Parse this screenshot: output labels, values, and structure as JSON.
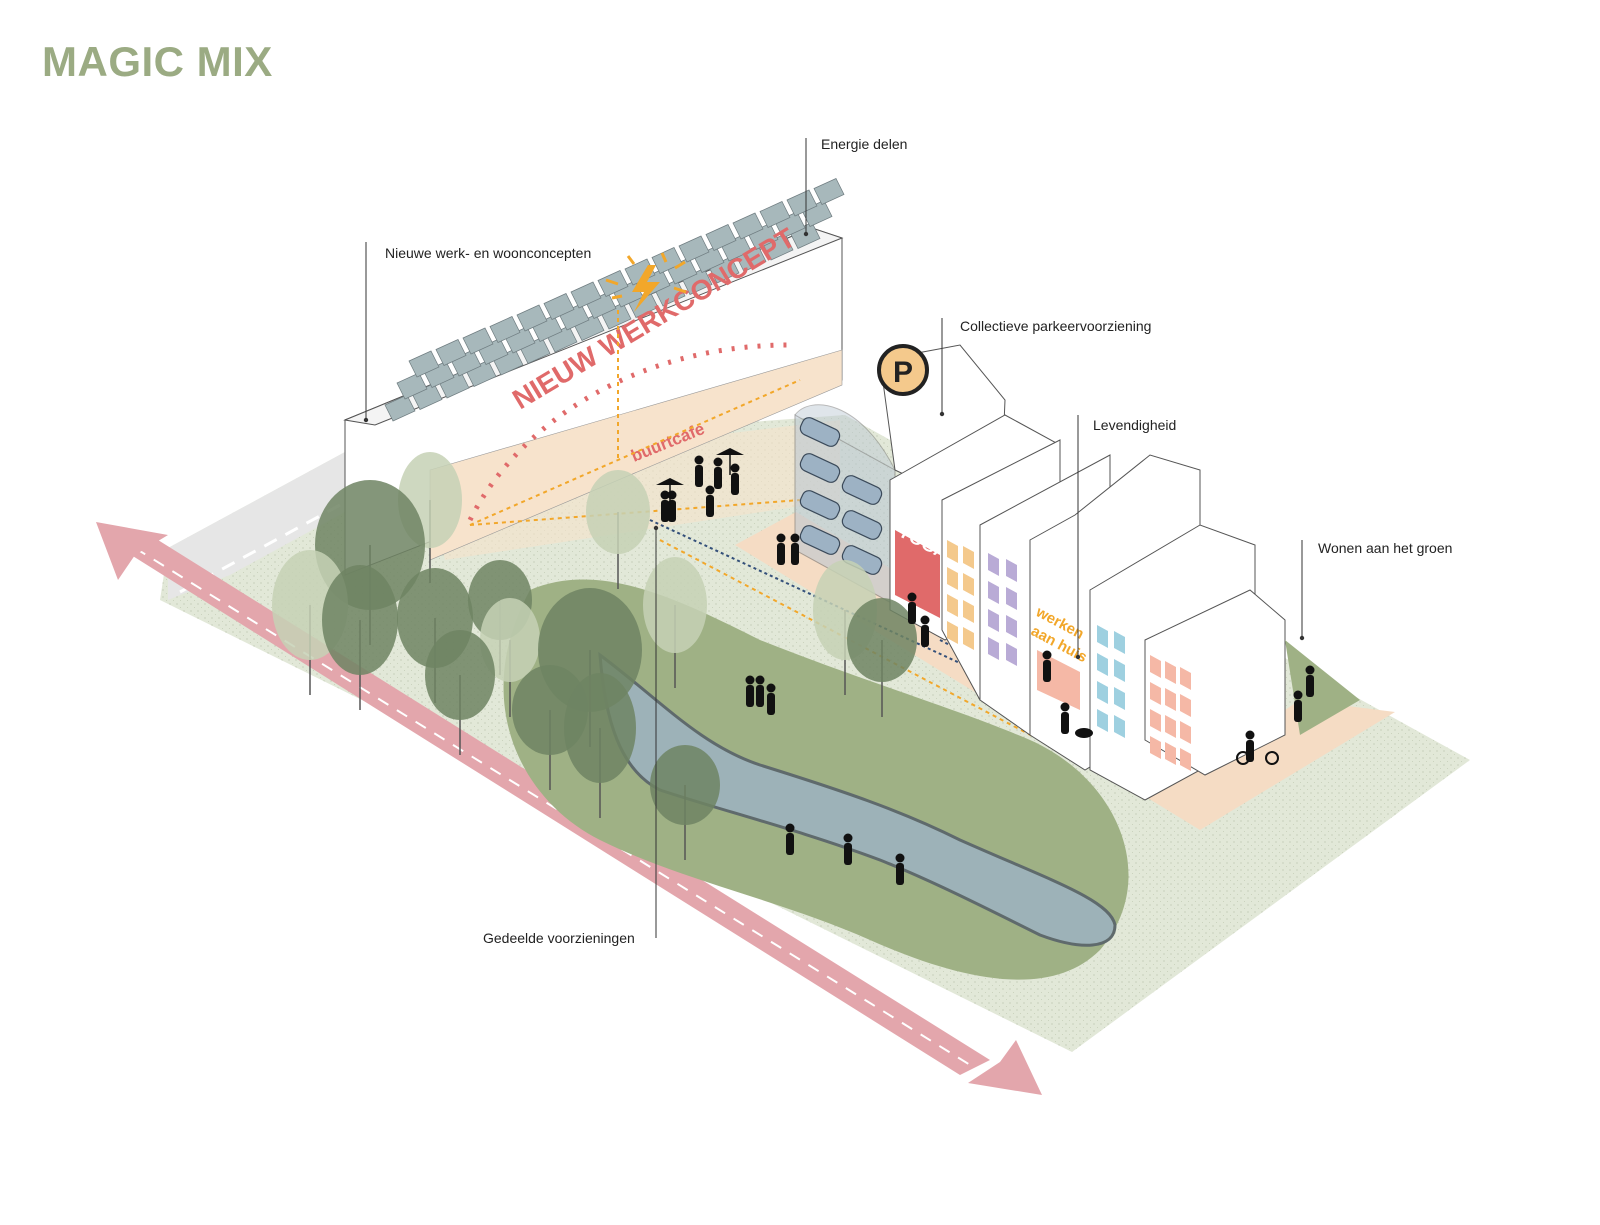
{
  "title": "MAGIC MIX",
  "labels": {
    "energie": "Energie delen",
    "nieuwe": "Nieuwe werk- en woonconcepten",
    "parkeer": "Collectieve parkeervoorziening",
    "levendigheid": "Levendigheid",
    "wonen": "Wonen aan het groen",
    "gedeelde": "Gedeelde voorzieningen"
  },
  "signs": {
    "werkconcept": "NIEUW WERKCONCEPT",
    "buurtcafe": "buurtcafe",
    "yoga": "YOGA",
    "werken_line1": "werken",
    "werken_line2": "aan huis",
    "parking": "P"
  },
  "colors": {
    "title": "#9bab83",
    "sign_red": "#e06a6a",
    "energy_orange": "#f2a72a",
    "bike_path": "#e3a6ac",
    "ground": "#dfe6d5",
    "park_green": "#9fb185",
    "pond": "#9db2b8",
    "sidewalk": "#f5dcc4",
    "solar": "#a7b8bb",
    "tree_dark": "#6f8463",
    "tree_light": "#c5d1b5",
    "window_orange": "#f4c98c",
    "window_purple": "#b9abd6",
    "window_blue": "#9ed0e0",
    "window_pink": "#f5b8a6",
    "dotted_blue": "#34507a"
  },
  "icons": [
    "lightning-icon",
    "parking-icon",
    "car-icon",
    "person-icon",
    "umbrella-icon",
    "bicycle-icon",
    "dog-icon"
  ]
}
